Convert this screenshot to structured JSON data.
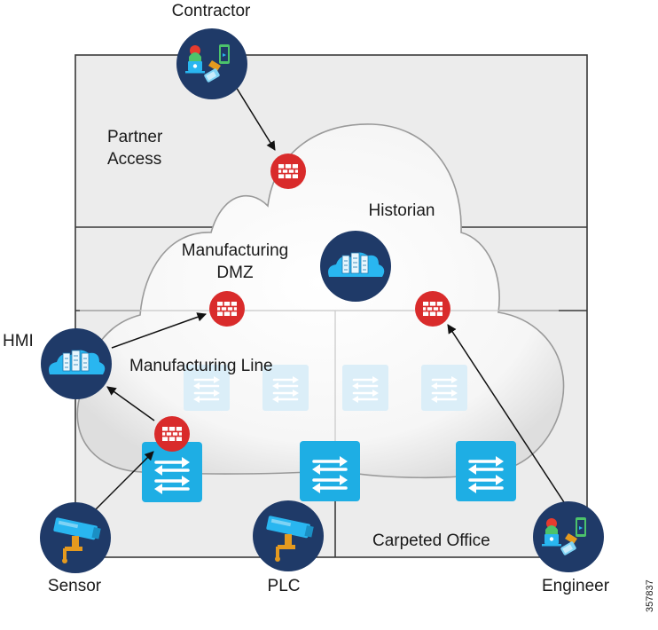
{
  "labels": {
    "contractor": "Contractor",
    "partner_access_line1": "Partner",
    "partner_access_line2": "Access",
    "historian": "Historian",
    "manufacturing_dmz_line1": "Manufacturing",
    "manufacturing_dmz_line2": "DMZ",
    "hmi": "HMI",
    "manufacturing_line": "Manufacturing Line",
    "carpeted_office": "Carpeted Office",
    "sensor": "Sensor",
    "plc": "PLC",
    "engineer": "Engineer"
  },
  "figure_id": "357837",
  "colors": {
    "zone_fill": "#ececec",
    "zone_border": "#3a3a3a",
    "cloud_fill": "#f7f7f7",
    "cloud_stroke": "#9a9a9a",
    "device_circle": "#1f3a68",
    "firewall_red": "#d92b2b",
    "switch_blue": "#1eaee4",
    "server_blue": "#29b6f0"
  },
  "icons": {
    "firewall": "firewall-icon",
    "switch": "switch-icon",
    "server": "server-icon",
    "camera": "camera-icon",
    "person_laptop": "person-laptop-icon"
  }
}
